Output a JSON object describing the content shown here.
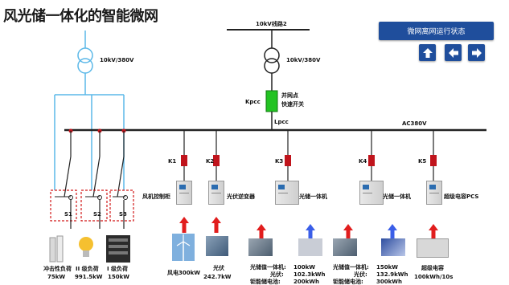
{
  "title": "风光储一体化的智能微网",
  "status_button": "微网离网运行状态",
  "nav": {
    "up_icon": "arrow-up-icon",
    "left_icon": "arrow-left-icon",
    "right_icon": "arrow-right-icon"
  },
  "grid": {
    "left_transformer": "10kV/380V",
    "line2": "10kV线路2",
    "right_transformer": "10kV/380V",
    "pcc_label": "Kpcc",
    "pcc_desc_1": "并网点",
    "pcc_desc_2": "快速开关",
    "lpcc": "Lpcc",
    "bus": "AC380V"
  },
  "switches": {
    "s1": "S1",
    "s2": "S2",
    "s3": "S3"
  },
  "breakers": {
    "k1": "K1",
    "k2": "K2",
    "k3": "K3",
    "k4": "K4",
    "k5": "K5"
  },
  "devices": {
    "wind_cabinet": "风机控制柜",
    "pv_inverter": "光伏逆变器",
    "pv_storage_1": "光储一体机",
    "pv_storage_2": "光储一体机",
    "supercap_pcs": "超级电容PCS"
  },
  "loads": {
    "impact": {
      "name": "冲击性负荷",
      "value": "75kW"
    },
    "class2": {
      "name": "II 级负荷",
      "value": "991.5kW"
    },
    "class1": {
      "name": "I 级负荷",
      "value": "150kW"
    }
  },
  "sources": {
    "wind": "风电300kW",
    "pv_name": "光伏",
    "pv_value": "242.7kW",
    "unit1": {
      "l1": "光储值一体机:",
      "l2": "光伏:",
      "l3": "钜能储电池:",
      "v1": "100kW",
      "v2": "102.3kWh",
      "v3": "200kWh"
    },
    "unit2": {
      "l1": "光储值一体机:",
      "l2": "光伏:",
      "l3": "钜能储电池:",
      "v1": "150kW",
      "v2": "132.9kWh",
      "v3": "300kWh"
    },
    "supercap_name": "超级电容",
    "supercap_value": "100kWh/10s"
  },
  "colors": {
    "bus": "#222222",
    "feeder": "#5bb8e8",
    "breaker": "#c0141c",
    "pcc": "#22c322",
    "up_arrow": "#e11d1d",
    "blue_arrow": "#3a5ee8",
    "button": "#1f4e9c"
  }
}
